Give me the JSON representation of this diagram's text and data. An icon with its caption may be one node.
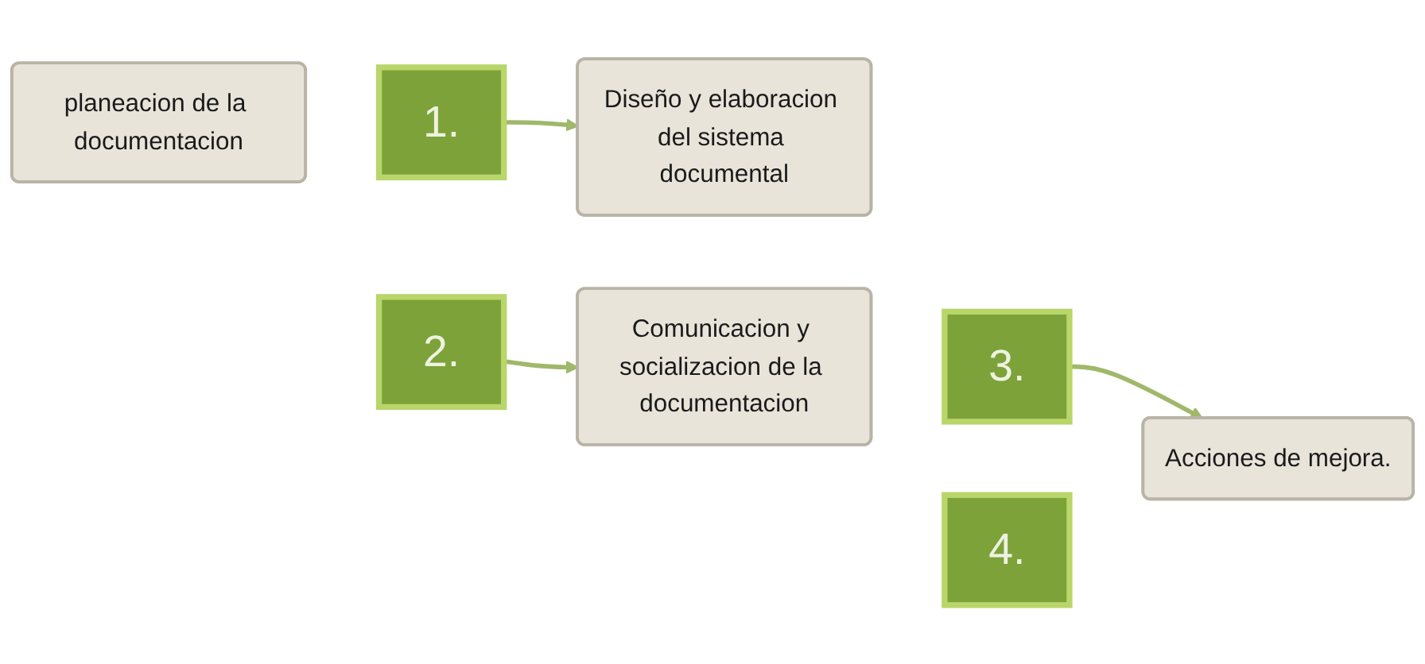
{
  "diagram": {
    "nodes": [
      {
        "text": [
          "planeacion de la documentacion"
        ]
      },
      {
        "text": [
          "1."
        ]
      },
      {
        "text": [
          "2."
        ]
      },
      {
        "text": [
          "Diseño y elaboracion del sistema documental"
        ]
      },
      {
        "text": [
          "Comunicacion y socializacion de la documentacion"
        ]
      },
      {
        "text": [
          "3."
        ]
      },
      {
        "text": [
          "4."
        ]
      },
      {
        "text": [
          "Acciones de mejora."
        ]
      }
    ],
    "edges": [
      {
        "from": 1,
        "to": 3,
        "arrow": "to"
      },
      {
        "from": 2,
        "to": 4,
        "arrow": "to"
      },
      {
        "from": 5,
        "to": 7,
        "arrow": "to"
      }
    ]
  }
}
